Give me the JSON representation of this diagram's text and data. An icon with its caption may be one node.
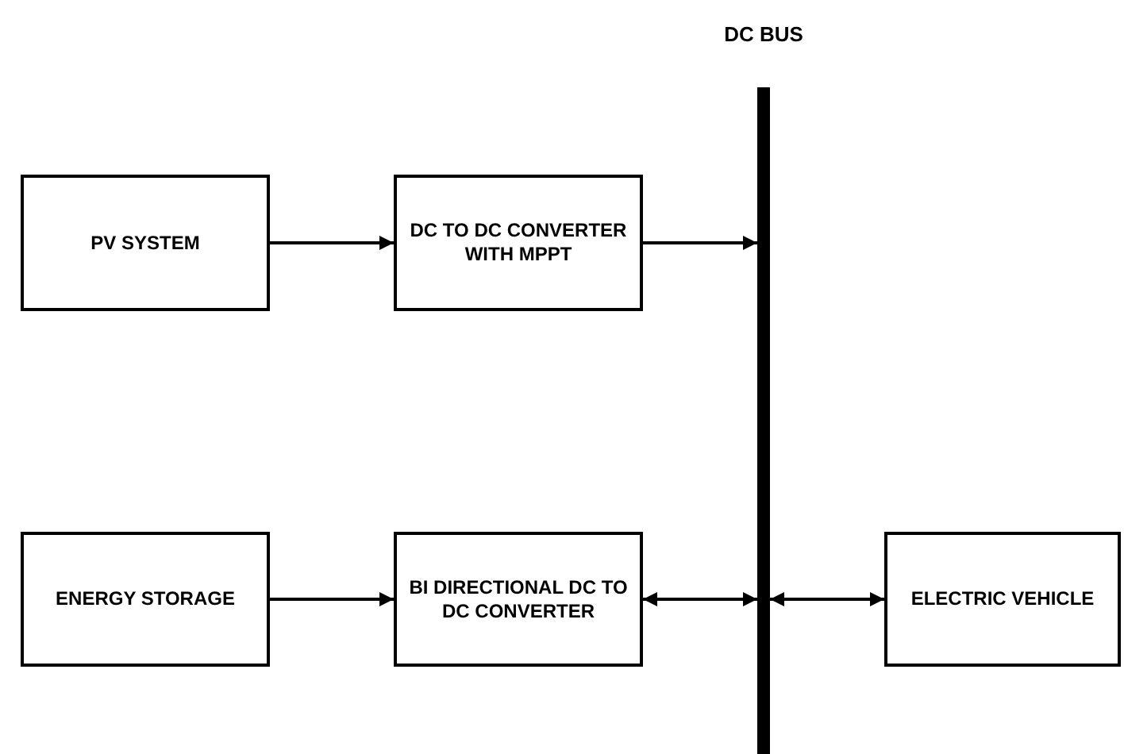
{
  "diagram": {
    "nodes": [
      {
        "text": [
          "PV SYSTEM"
        ]
      },
      {
        "text": [
          "DC TO DC CONVERTER WITH MPPT"
        ]
      },
      {
        "text": [
          "DC BUS"
        ]
      },
      {
        "text": [
          "ENERGY STORAGE"
        ]
      },
      {
        "text": [
          "BI DIRECTIONAL DC TO DC CONVERTER"
        ]
      },
      {
        "text": [
          "ELECTRIC VEHICLE"
        ]
      }
    ],
    "edges": [
      {
        "from": 0,
        "to": 1,
        "arrow": "to"
      },
      {
        "from": 1,
        "to": 2,
        "arrow": "to"
      },
      {
        "from": 3,
        "to": 4,
        "arrow": "to"
      },
      {
        "from": 4,
        "to": 2,
        "arrow": "both"
      },
      {
        "from": 2,
        "to": 5,
        "arrow": "both"
      }
    ]
  }
}
